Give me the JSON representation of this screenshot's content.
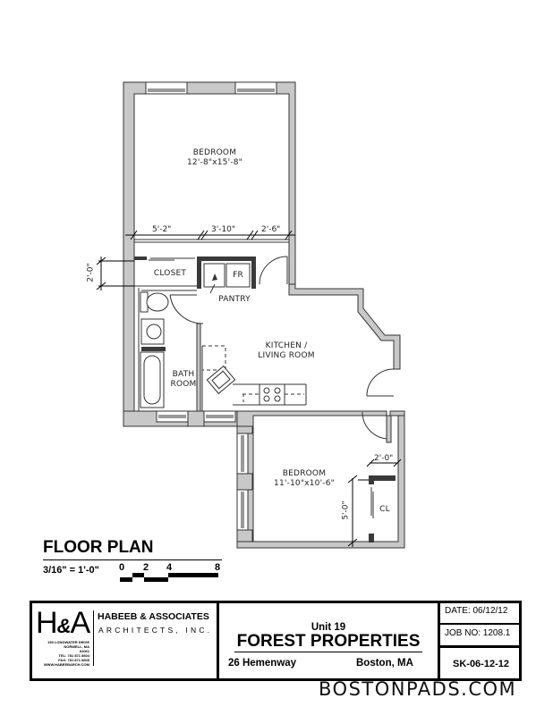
{
  "plan": {
    "rooms": [
      {
        "name": "BEDROOM",
        "size": "12'-8\"x15'-8\""
      },
      {
        "name": "KITCHEN /",
        "name2": "LIVING ROOM"
      },
      {
        "name": "BATH",
        "name2": "ROOM"
      },
      {
        "name": "BEDROOM",
        "size": "11'-10\"x10'-6\""
      },
      {
        "name": "CLOSET"
      },
      {
        "name": "FR"
      },
      {
        "name": "PANTRY"
      },
      {
        "name": "CL"
      }
    ],
    "dimensions": {
      "closet_width": "5'-2\"",
      "pantry_width": "3'-10\"",
      "door_width": "2'-6\"",
      "closet_depth": "2'-0\"",
      "cl_width": "2'-0\"",
      "cl_depth": "5'-0\""
    },
    "colors": {
      "wall_fill": "#c8c8c8",
      "wall_stroke": "#333333",
      "dark_wall": "#3a3a3a"
    }
  },
  "legend": {
    "title": "FLOOR PLAN",
    "scale": "3/16\" = 1'-0\"",
    "scale_ticks": [
      "0",
      "2",
      "4",
      "8"
    ]
  },
  "title_block": {
    "logo": {
      "h": "H",
      "amp": "&",
      "a": "A"
    },
    "firm_name": "HABEEB & ASSOCIATES",
    "firm_sub": "ARCHITECTS, INC.",
    "address_lines": [
      "150 LONGWATER DRIVE",
      "NORWELL, MA",
      "02061",
      "TEL: 781 871 8604",
      "FAX: 781 871 8605",
      "WWW.HABEEBARCH.COM"
    ],
    "unit": "Unit 19",
    "project": "FOREST PROPERTIES",
    "street": "26 Hemenway",
    "city": "Boston, MA",
    "date": "DATE: 06/12/12",
    "job_no": "JOB NO:  1208.1",
    "sheet": "SK-06-12-12"
  },
  "watermark": "BOSTONPADS.COM"
}
